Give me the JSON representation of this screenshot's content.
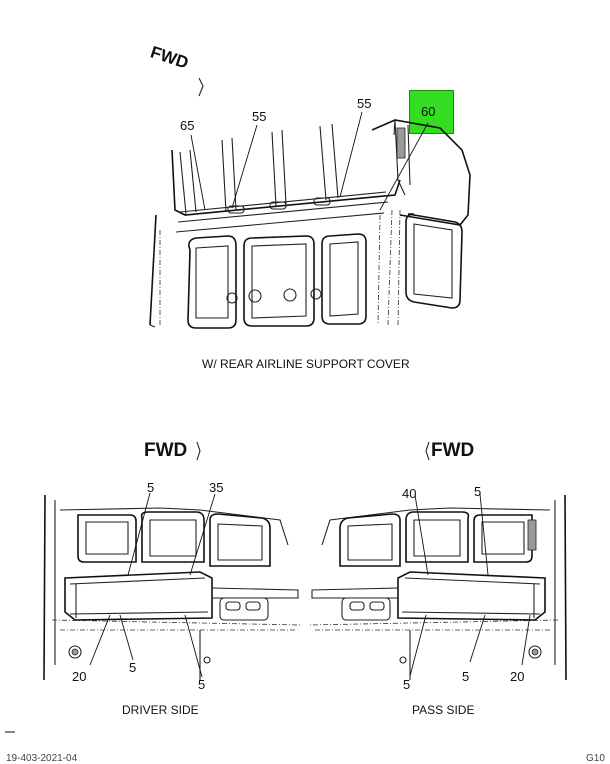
{
  "fwd_labels": {
    "top": "FWD",
    "driver": "FWD",
    "pass": "FWD"
  },
  "captions": {
    "top": "W/ REAR AIRLINE SUPPORT COVER",
    "driver": "DRIVER SIDE",
    "pass": "PASS SIDE"
  },
  "highlight_color": "#33dd22",
  "callouts_top": [
    "65",
    "55",
    "55",
    "60"
  ],
  "callouts_driver": [
    "5",
    "35",
    "20",
    "5",
    "5"
  ],
  "callouts_pass": [
    "40",
    "5",
    "5",
    "5",
    "20"
  ],
  "footer": {
    "left": "19-403-2021-04",
    "right": "G10"
  }
}
